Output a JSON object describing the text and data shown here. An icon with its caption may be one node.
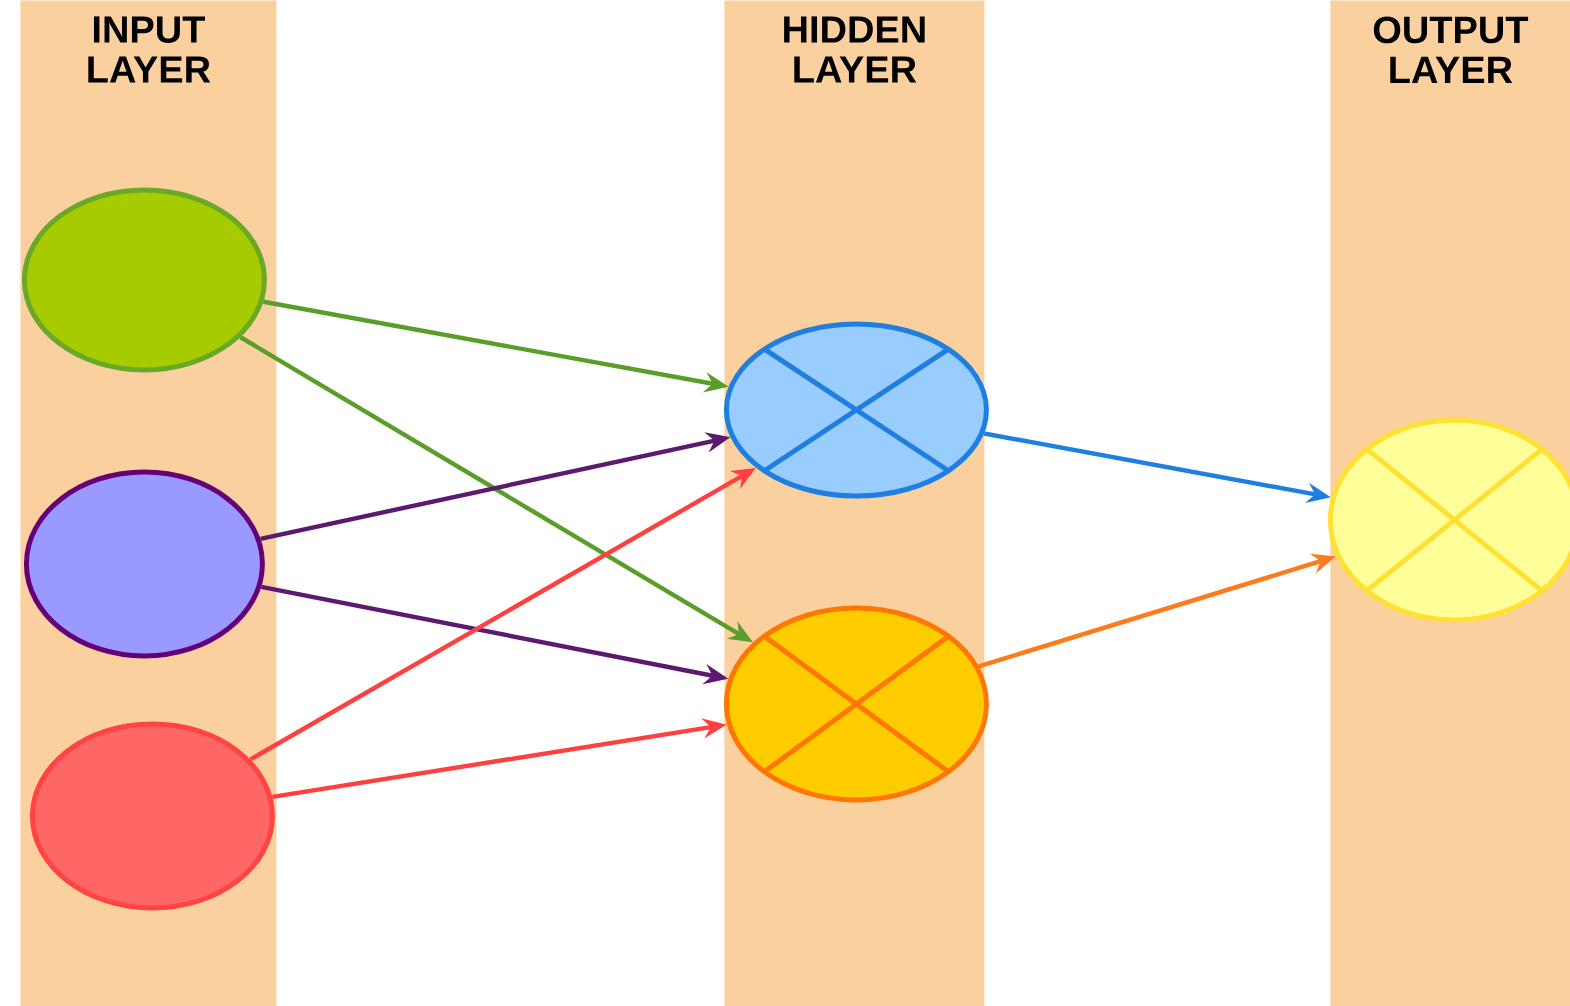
{
  "diagram": {
    "nodes": [
      {
        "text": [
          "INPUT LAYER"
        ]
      },
      {
        "text": [],
        "shape": "circle",
        "in": 0
      },
      {
        "text": [],
        "shape": "circle",
        "in": 0
      },
      {
        "text": [],
        "shape": "circle",
        "in": 0
      },
      {
        "text": [
          "HIDDEN LAYER"
        ]
      },
      {
        "text": [],
        "shape": "circle",
        "in": 4
      },
      {
        "text": [],
        "shape": "circle",
        "in": 4
      },
      {
        "text": [
          "OUTPUT LAYER"
        ]
      },
      {
        "text": [],
        "shape": "circle",
        "in": 7
      }
    ],
    "edges": [
      {
        "from": 1,
        "to": 5,
        "arrow": "to",
        "color": "#5a9e2a"
      },
      {
        "from": 1,
        "to": 6,
        "arrow": "to",
        "color": "#5a9e2a"
      },
      {
        "from": 2,
        "to": 5,
        "arrow": "to",
        "color": "#5c1a6e"
      },
      {
        "from": 2,
        "to": 6,
        "arrow": "to",
        "color": "#5c1a6e"
      },
      {
        "from": 3,
        "to": 5,
        "arrow": "to",
        "color": "#ff4040"
      },
      {
        "from": 3,
        "to": 6,
        "arrow": "to",
        "color": "#ff4040"
      },
      {
        "from": 5,
        "to": 8,
        "arrow": "to",
        "color": "#1e7fe0"
      },
      {
        "from": 6,
        "to": 8,
        "arrow": "to",
        "color": "#ff7a1a"
      }
    ]
  }
}
